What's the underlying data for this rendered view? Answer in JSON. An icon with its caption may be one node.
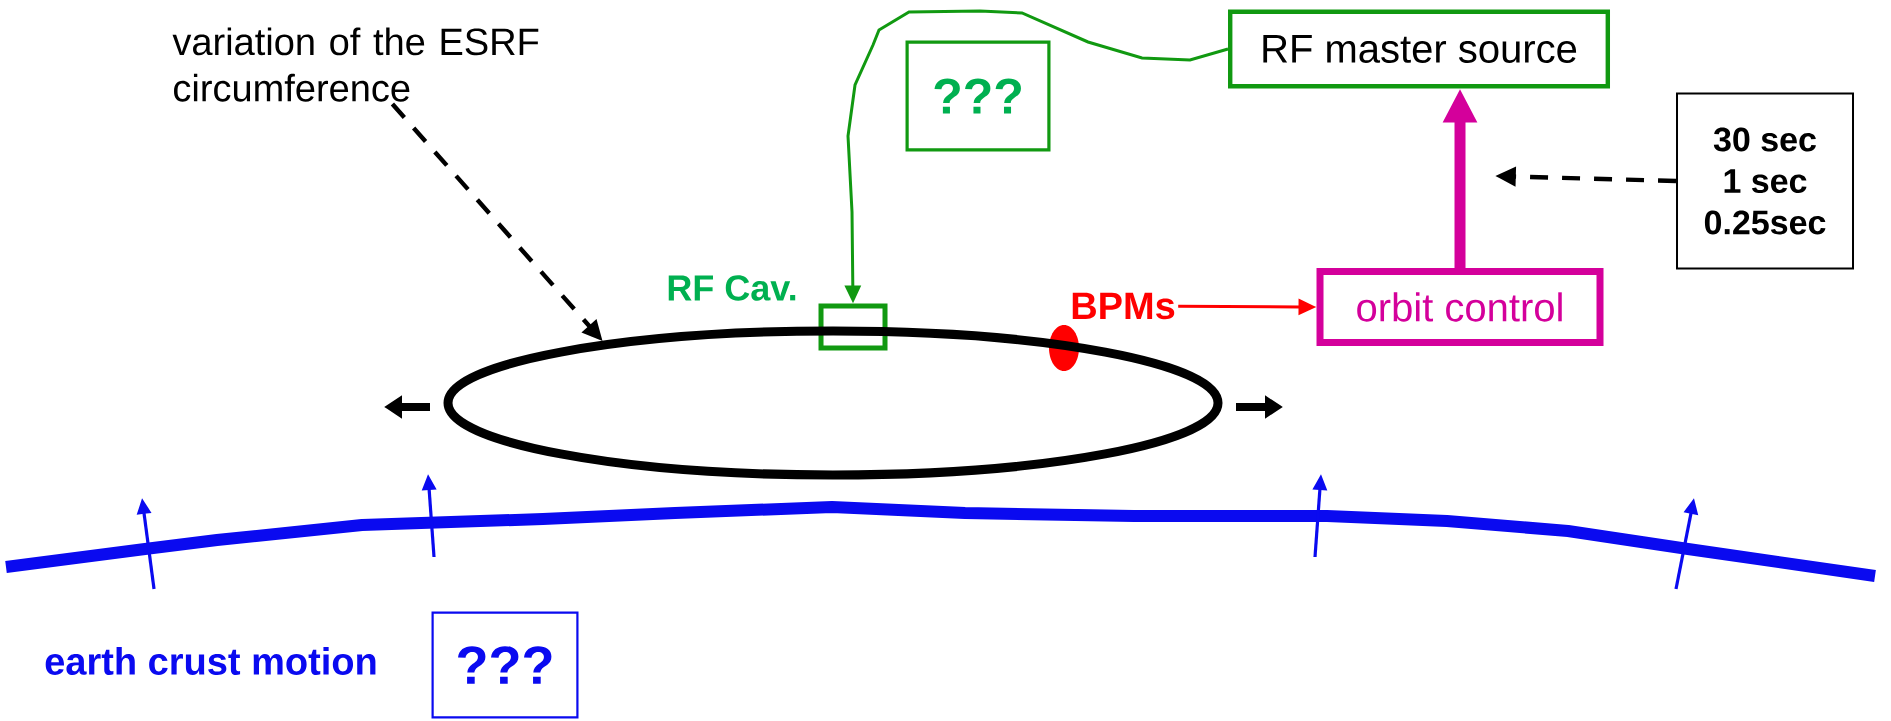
{
  "diagram": {
    "nodes": [
      {
        "text": [
          "variation of the ESRF circumference"
        ]
      },
      {
        "text": [
          "???"
        ]
      },
      {
        "text": [
          "RF master source"
        ]
      },
      {
        "text": [],
        "shape": "box"
      },
      {
        "text": [
          "BPMs"
        ]
      },
      {
        "text": [
          "orbit control"
        ]
      },
      {
        "text": [
          "30 sec",
          "1 sec",
          "0.25sec"
        ]
      },
      {
        "text": [
          "???"
        ]
      },
      {
        "text": [],
        "shape": "ellipse"
      }
    ],
    "edges": [
      {
        "from": 0,
        "to": 8,
        "arrow": "to",
        "style": "dashed"
      },
      {
        "from": 2,
        "to": 3,
        "arrow": "to",
        "color": "#119911"
      },
      {
        "from": 4,
        "to": 5,
        "arrow": "to",
        "color": "#ff0000"
      },
      {
        "from": 5,
        "to": 2,
        "arrow": "to",
        "style": "thick",
        "color": "#d4009b"
      },
      {
        "from": 6,
        "to": null,
        "arrow": "to",
        "style": "dashed"
      }
    ],
    "labels": [
      "RF Cav.",
      "earth crust motion"
    ]
  }
}
